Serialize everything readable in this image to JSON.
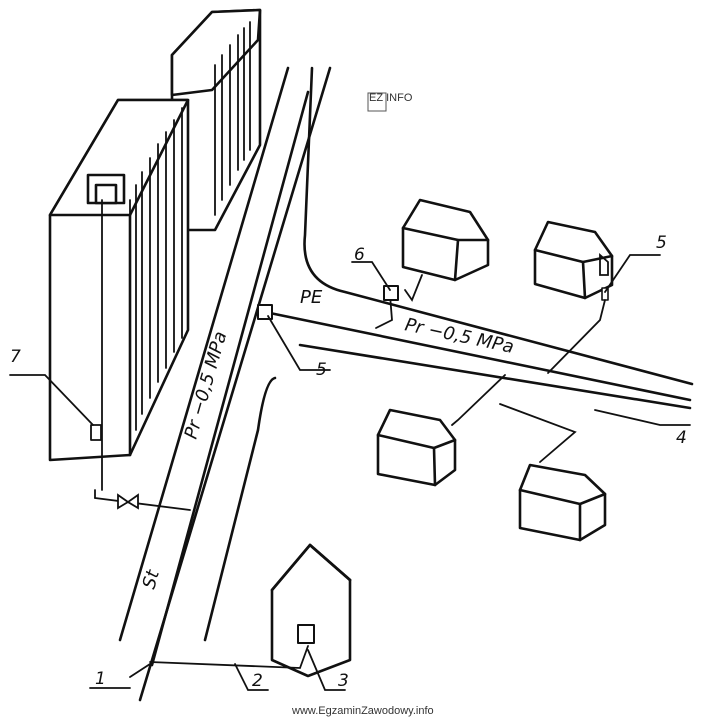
{
  "labels": {
    "n1": "1",
    "n2": "2",
    "n3": "3",
    "n4": "4",
    "n5a": "5",
    "n5b": "5",
    "n6": "6",
    "n7": "7"
  },
  "pipe_labels": {
    "material_left": "St",
    "material_right": "PE",
    "pressure_main": "Pr −0,5 MPa",
    "pressure_branch": "Pr −0,5 MPa"
  },
  "watermark": "www.EgzaminZawodowy.info",
  "logo_text": "EZ INFO"
}
